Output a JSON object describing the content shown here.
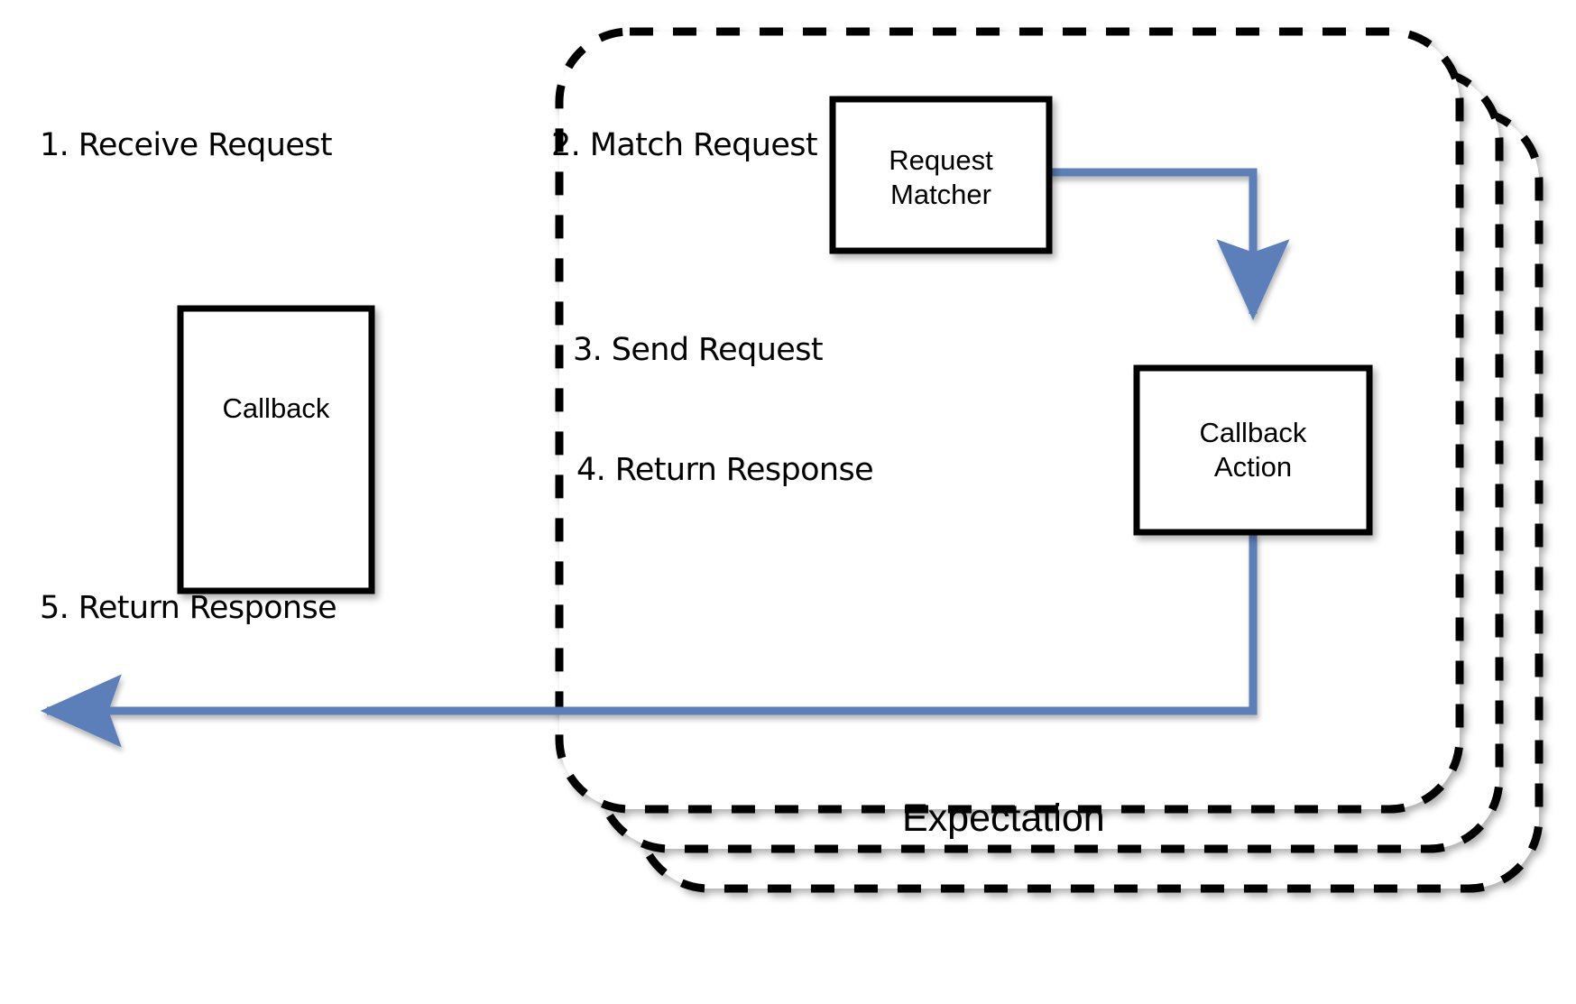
{
  "diagram": {
    "title": "Expectation",
    "container_label": "Expectation",
    "colors": {
      "arrow": "#5B7FB9",
      "box_border": "#000000",
      "container_border": "#000000",
      "text": "#000000",
      "background": "#FFFFFF"
    },
    "stacked_container_count": 3
  },
  "boxes": [
    {
      "id": "request-matcher",
      "line1": "Request",
      "line2": "Matcher"
    },
    {
      "id": "callback-action",
      "line1": "Callback",
      "line2": "Action"
    },
    {
      "id": "callback",
      "line1": "Callback",
      "line2": ""
    }
  ],
  "steps": [
    {
      "n": 1,
      "label": "1. Receive Request",
      "direction": "right"
    },
    {
      "n": 2,
      "label": "2. Match Request",
      "direction": "right"
    },
    {
      "n": 3,
      "label": "3. Send Request",
      "direction": "left"
    },
    {
      "n": 4,
      "label": "4. Return Response",
      "direction": "right"
    },
    {
      "n": 5,
      "label": "5. Return Response",
      "direction": "left"
    }
  ]
}
